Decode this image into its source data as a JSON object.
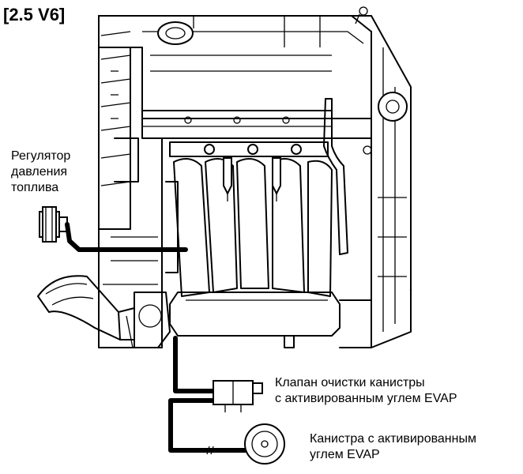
{
  "engine_tag": "[2.5 V6]",
  "labels": {
    "fuel_pressure_regulator": [
      "Регулятор",
      "давления",
      "топлива"
    ],
    "purge_valve": [
      "Клапан очистки канистры",
      "с активированным углем EVAP"
    ],
    "canister": [
      "Канистра с активированным",
      "углем EVAP"
    ]
  }
}
